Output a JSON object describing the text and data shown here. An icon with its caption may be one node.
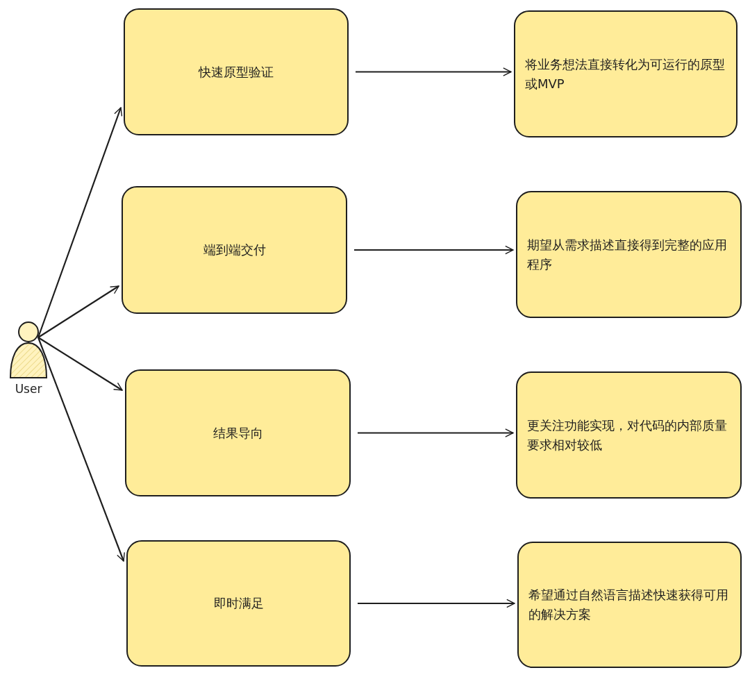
{
  "diagram": {
    "nodes": [
      {
        "text": [
          "User"
        ]
      },
      {
        "text": [
          "快速原型验证"
        ]
      },
      {
        "text": [
          "端到端交付"
        ]
      },
      {
        "text": [
          "结果导向"
        ]
      },
      {
        "text": [
          "即时满足"
        ]
      },
      {
        "text": [
          "将业务想法直接转化为可运行的原型或MVP"
        ]
      },
      {
        "text": [
          "期望从需求描述直接得到完整的应用程序"
        ]
      },
      {
        "text": [
          "更关注功能实现，对代码的内部质量要求相对较低"
        ]
      },
      {
        "text": [
          "希望通过自然语言描述快速获得可用的解决方案"
        ]
      }
    ],
    "edges": [
      {
        "from": 0,
        "to": 1,
        "arrow": "to"
      },
      {
        "from": 0,
        "to": 2,
        "arrow": "to"
      },
      {
        "from": 0,
        "to": 3,
        "arrow": "to"
      },
      {
        "from": 0,
        "to": 4,
        "arrow": "to"
      },
      {
        "from": 1,
        "to": 5,
        "arrow": "to"
      },
      {
        "from": 2,
        "to": 6,
        "arrow": "to"
      },
      {
        "from": 3,
        "to": 7,
        "arrow": "to"
      },
      {
        "from": 4,
        "to": 8,
        "arrow": "to"
      }
    ]
  }
}
